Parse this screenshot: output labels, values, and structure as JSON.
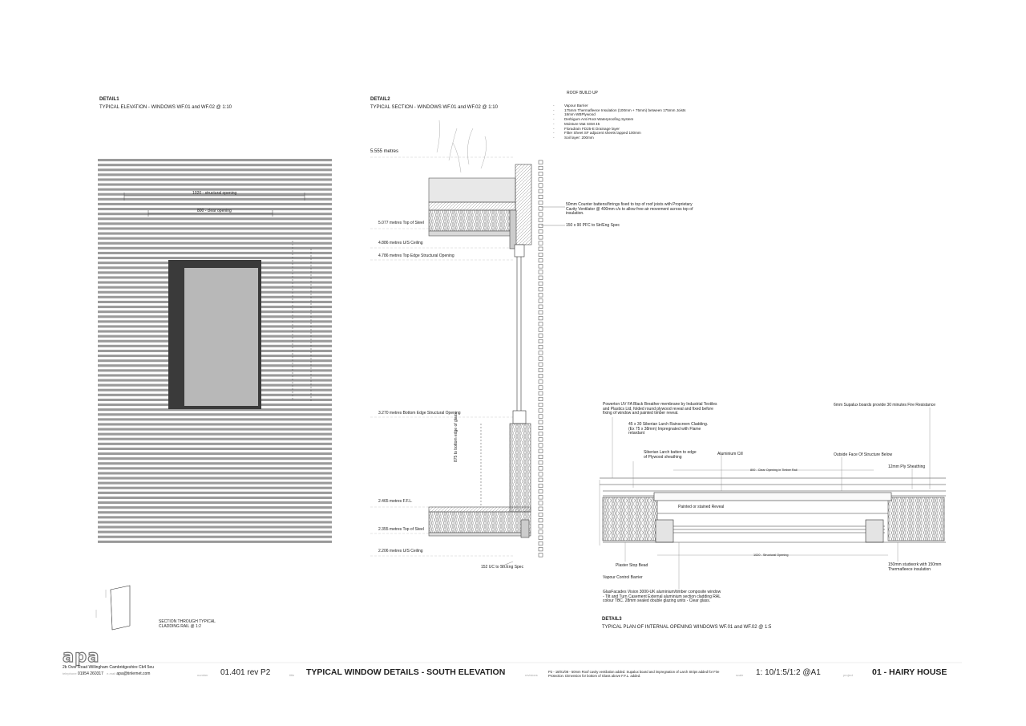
{
  "detail1": {
    "heading": "DETAIL1",
    "title": "TYPICAL ELEVATION -  WINDOWS WF.01 and WF.02 @ 1:10",
    "dim_structural": "1020 - structural opening",
    "dim_clear": "800 - clear opening"
  },
  "detail2": {
    "heading": "DETAIL2",
    "title": "TYPICAL SECTION -  WINDOWS WF.01 and WF.02 @ 1:10",
    "levels": [
      "5.555 metres",
      "5.077 metres Top of Steel",
      "4.886 metres U/S Ceiling",
      "4.786 metres Top Edge Structural Opening",
      "3.270 metres Bottom Edge Structural Opening",
      "2.465 metres F.F.L.",
      "2.355 metres Top of Steel",
      "2.206 metres U/S Ceiling"
    ],
    "note_counter_battens": "50mm Counter battens/firrings fixed to top of roof joists with Proprietary Cavity Ventilator @ 400mm c/s to allow free air movement across top of insulation.",
    "note_pfc": "150 x 90 PFC to Str/Eng Spec",
    "note_uc": "152 UC to Str.Eng Spec",
    "note_glass": "875 to bottom edge of glass"
  },
  "roof": {
    "heading": "ROOF BUILD UP",
    "items": [
      "Vapour Barrier",
      "175mm Thermafleece Insulation (100mm + 75mm) between 175mm Joists",
      "18mm WBPlywood",
      "Derbigum Anti Root Waterproofing System",
      "Moisture Mat SSM 45",
      "Floradrain FD25-E Drainage layer",
      "Filter Sheet SF adjacent sheets lapped 100mm",
      "Soil layer: 200mm"
    ]
  },
  "detail3": {
    "heading": "DETAIL3",
    "title": "TYPICAL PLAN OF INTERNAL OPENING  WINDOWS WF.01 and WF.02 @ 1:5",
    "note_breather": "Powerton UV FA Black Breather membrane by Industrial Textiles and Plastics Ltd, folded round plywood reveal and fixed before fixing of window and painted timber reveal.",
    "note_larch_rainscreen": "45 x 30 Siberian Larch Rainscreen Cladding. (Ex 75 x 38mm) Impregnated with Flame retardant",
    "note_larch_batten": "Siberian Larch batten to edge of Plywood sheathing",
    "note_aluminium_cill": "Aluminium Cill",
    "note_outside_face": "Outside Face Of Structure Below",
    "note_ply": "12mm Ply Sheathing",
    "note_supalux": "6mm Supalux boards provide 30 minutes Fire Resistance",
    "note_painted_reveal": "Painted or stained Reveal",
    "note_plaster": "Plaster Stop Bead",
    "note_vapour": "Vapour Control Barrier",
    "note_studwork": "150mm studwork with 150mm Thermafleece insulation",
    "note_glasfacades": "GlasFacades Vision 3000-UK aluminium/timber composite window - Tilt and Turn Casement External aluminium section cladding RAL colour TBC. 28mm sealed double glazing units - Clear glass.",
    "dim_clear": "800 - Clear Opening in Timber Rail",
    "dim_structural": "1020 - Structural Opening"
  },
  "cladding_section": {
    "label": "SECTION THROUGH TYPICAL CLADDING RAIL @ 1:2"
  },
  "title_block": {
    "logo": "apa",
    "address": "2b Over Road  Willingham  Cambridgeshire  Cb4 5eu",
    "telephone_label": "telephone",
    "telephone": "01954 260317",
    "email_label": "e-mail",
    "email": "apa@tinlernet.com",
    "number_label": "number",
    "drawing_number": "01.401 rev P2",
    "title_label": "title",
    "title": "TYPICAL WINDOW DETAILS - SOUTH ELEVATION",
    "revisions_label": "revisions",
    "revision_note": "P2 - 18/01/08 - 50mm Roof cavity ventilation added. Supalux board and impregnation of Larch Strips added for Fire Protection. Dimension for bottom of Glass above F.F.L. added.",
    "scale_label": "scale",
    "scale": "1: 10/1:5/1:2 @A1",
    "project_label": "project",
    "project": "01 - HAIRY HOUSE"
  },
  "colors": {
    "line": "#333333",
    "cladding_gray": "#9a9a9a",
    "window_frame": "#3a3a3a",
    "glass": "#b8b8b8",
    "green_roof": "#e8e8e8"
  }
}
